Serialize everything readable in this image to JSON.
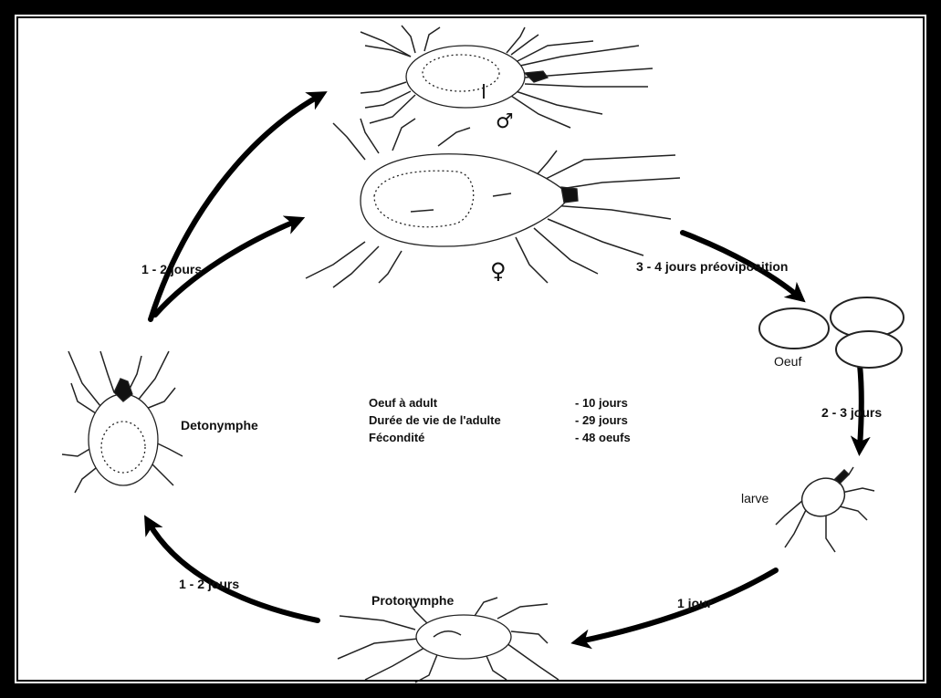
{
  "labels": {
    "male_symbol": "♂",
    "female_symbol": "♀",
    "preoviposition": "3 - 4 jours préoviposition",
    "egg": "Oeuf",
    "egg_to_larva": "2 - 3 jours",
    "larva": "larve",
    "larva_to_protonymph": "1 jour",
    "protonymph": "Protonymphe",
    "protonymph_to_deutonymph": "1 - 2 jours",
    "deutonymph": "Detonymphe",
    "deutonymph_to_adult": "1 - 2 jours"
  },
  "stats": [
    {
      "label": "Oeuf à adult",
      "value": "- 10 jours"
    },
    {
      "label": "Durée de vie de l'adulte",
      "value": "- 29 jours"
    },
    {
      "label": "Fécondité",
      "value": "- 48 oeufs"
    }
  ],
  "icons": [
    "male-mite-icon",
    "female-mite-icon",
    "egg-icon",
    "larva-icon",
    "protonymph-icon",
    "deutonymph-icon",
    "arrow-icon"
  ]
}
